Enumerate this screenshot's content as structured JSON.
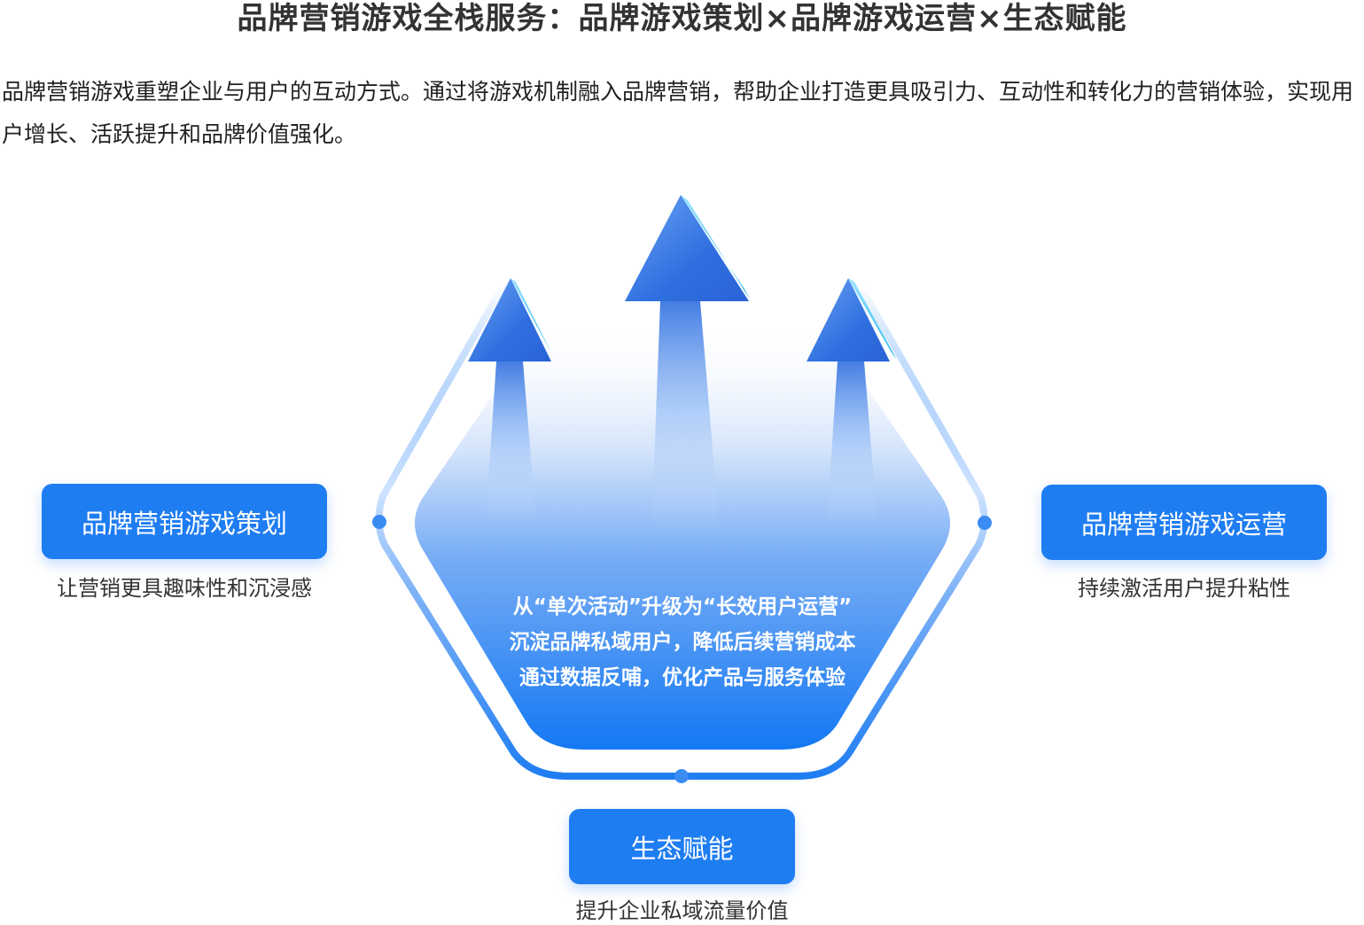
{
  "title": "品牌营销游戏全栈服务：品牌游戏策划×品牌游戏运营×生态赋能",
  "intro": "品牌营销游戏重塑企业与用户的互动方式。通过将游戏机制融入品牌营销，帮助企业打造更具吸引力、互动性和转化力的营销体验，实现用户增长、活跃提升和品牌价值强化。",
  "left": {
    "label": "品牌营销游戏策划",
    "caption": "让营销更具趣味性和沉浸感"
  },
  "right": {
    "label": "品牌营销游戏运营",
    "caption": "持续激活用户提升粘性"
  },
  "bottom": {
    "label": "生态赋能",
    "caption": "提升企业私域流量价值"
  },
  "center": {
    "lines": [
      "从“单次活动”升级为“长效用户运营”",
      "沉淀品牌私域用户，降低后续营销成本",
      "通过数据反哺，优化产品与服务体验"
    ]
  },
  "colors": {
    "primary": "#1f7df2",
    "light": "#cfe3ff"
  }
}
